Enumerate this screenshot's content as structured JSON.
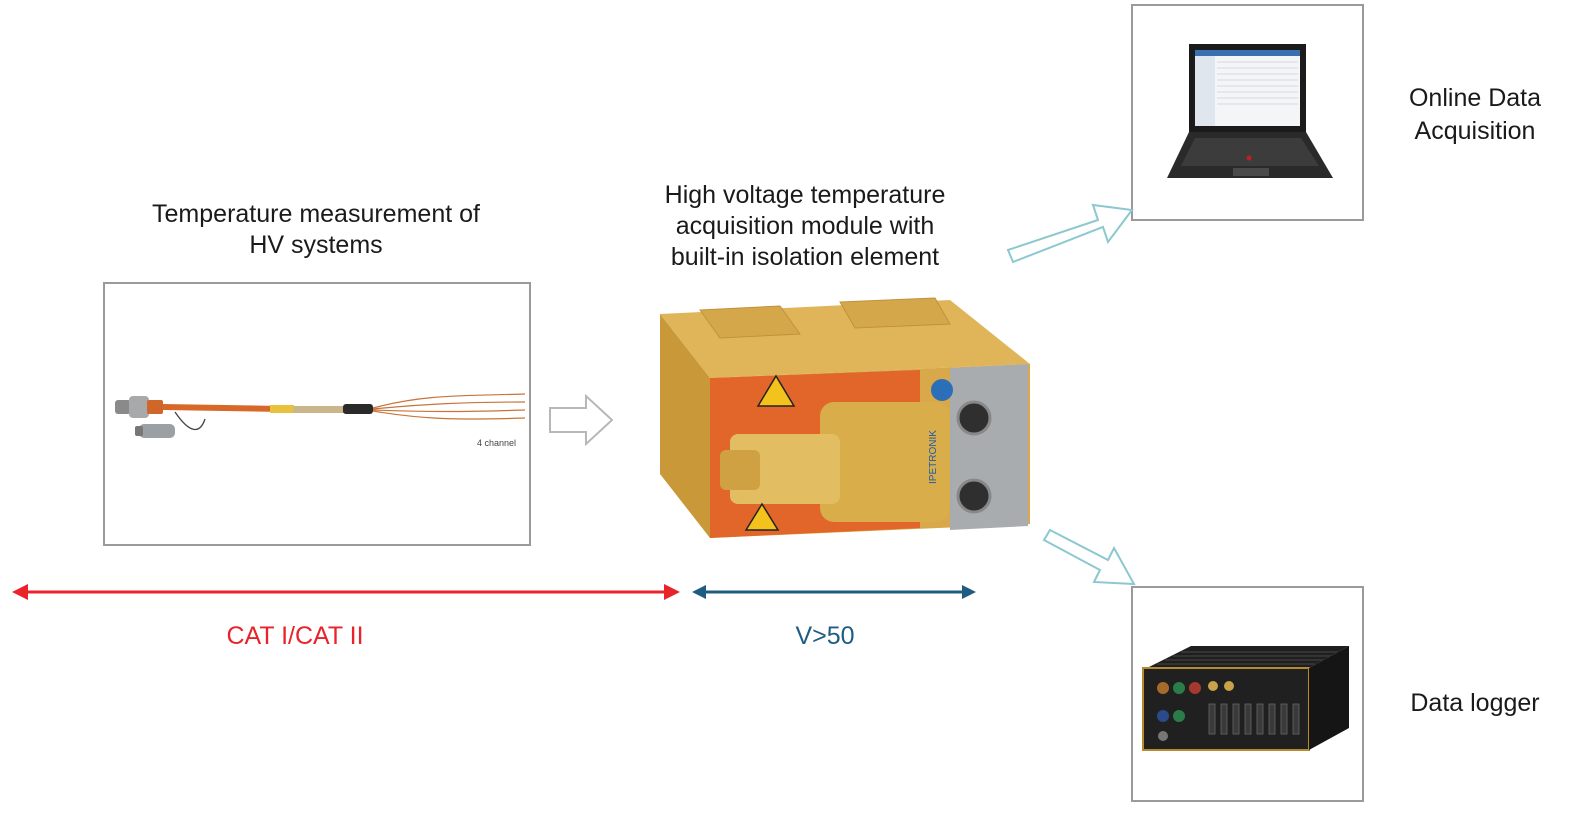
{
  "labels": {
    "temp_measurement_line1": "Temperature measurement of",
    "temp_measurement_line2": "HV systems",
    "module_line1": "High voltage temperature",
    "module_line2": "acquisition module with",
    "module_line3": "built-in isolation element",
    "online_line1": "Online Data",
    "online_line2": "Acquisition",
    "data_logger": "Data logger",
    "cat_range": "CAT I/CAT II",
    "voltage_range": "V>50",
    "cable_caption": "4 channel",
    "module_brand": "IPETRONIK"
  },
  "colors": {
    "cat_arrow": "#e8232a",
    "voltage_arrow": "#1f5c84",
    "flow_arrow_outline": "#8cc8cf",
    "gray_arrow_outline": "#b8b8b8",
    "module_gold": "#d9ad4a",
    "module_orange": "#e2662a"
  },
  "icons": {
    "flow_arrow_upper": "hollow-arrow-icon",
    "flow_arrow_lower": "hollow-arrow-icon",
    "flow_arrow_middle": "hollow-arrow-icon",
    "laptop": "laptop-icon",
    "data_logger": "data-logger-icon",
    "warning": "warning-triangle-icon"
  }
}
